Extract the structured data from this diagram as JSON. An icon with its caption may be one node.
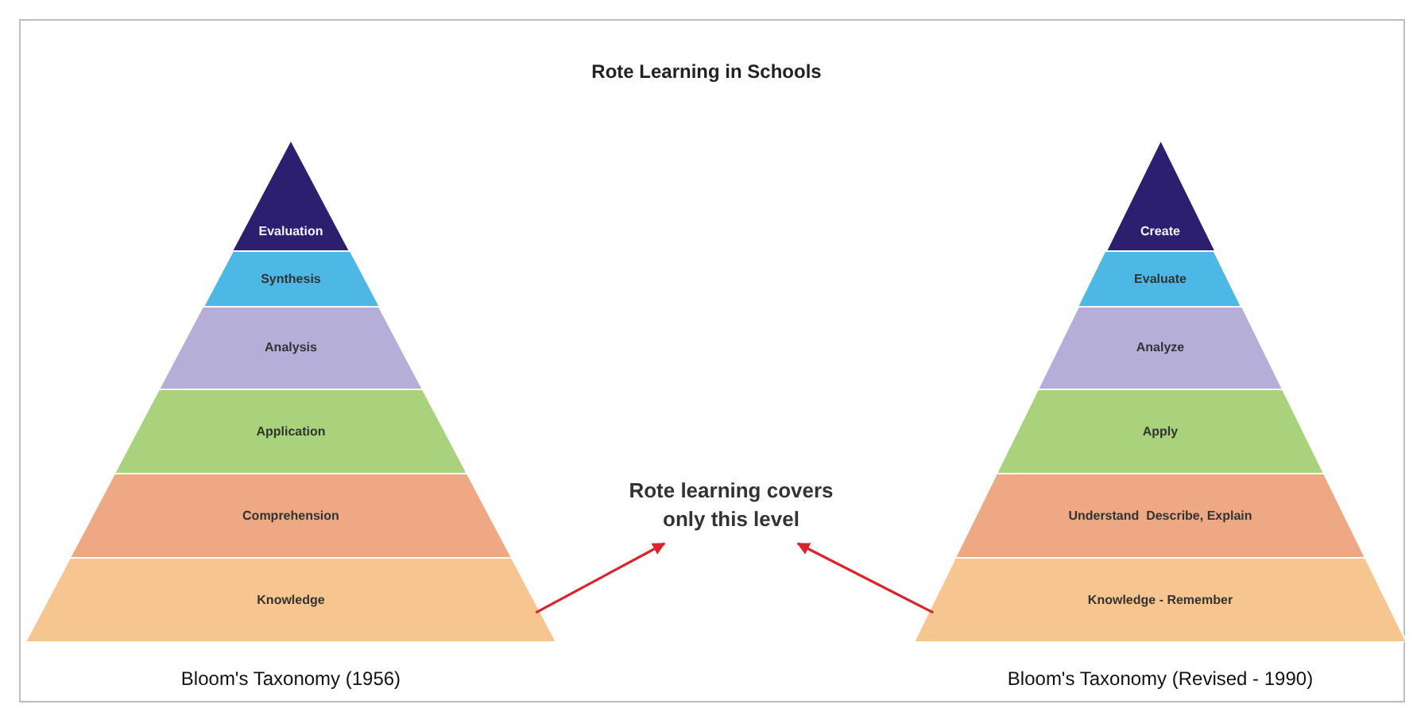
{
  "diagram": {
    "title": "Rote Learning in Schools",
    "nodes": [
      {
        "text": [
          "Evaluation"
        ]
      },
      {
        "text": [
          "Synthesis"
        ]
      },
      {
        "text": [
          "Analysis"
        ]
      },
      {
        "text": [
          "Application"
        ]
      },
      {
        "text": [
          "Comprehension"
        ]
      },
      {
        "text": [
          "Knowledge"
        ]
      },
      {
        "text": [
          "Rote learning covers only this level"
        ]
      },
      {
        "text": [
          "Create"
        ]
      },
      {
        "text": [
          "Evaluate"
        ]
      },
      {
        "text": [
          "Analyze"
        ]
      },
      {
        "text": [
          "Apply"
        ]
      },
      {
        "text": [
          "Understand  Describe, Explain"
        ]
      },
      {
        "text": [
          "Knowledge - Remember"
        ]
      }
    ],
    "edges": [
      {
        "from": 5,
        "to": 6,
        "arrow": "to"
      },
      {
        "from": 12,
        "to": 6,
        "arrow": "to"
      }
    ],
    "labels": [
      "Bloom's Taxonomy (1956)",
      "Bloom's Taxonomy (Revised - 1990)"
    ]
  }
}
